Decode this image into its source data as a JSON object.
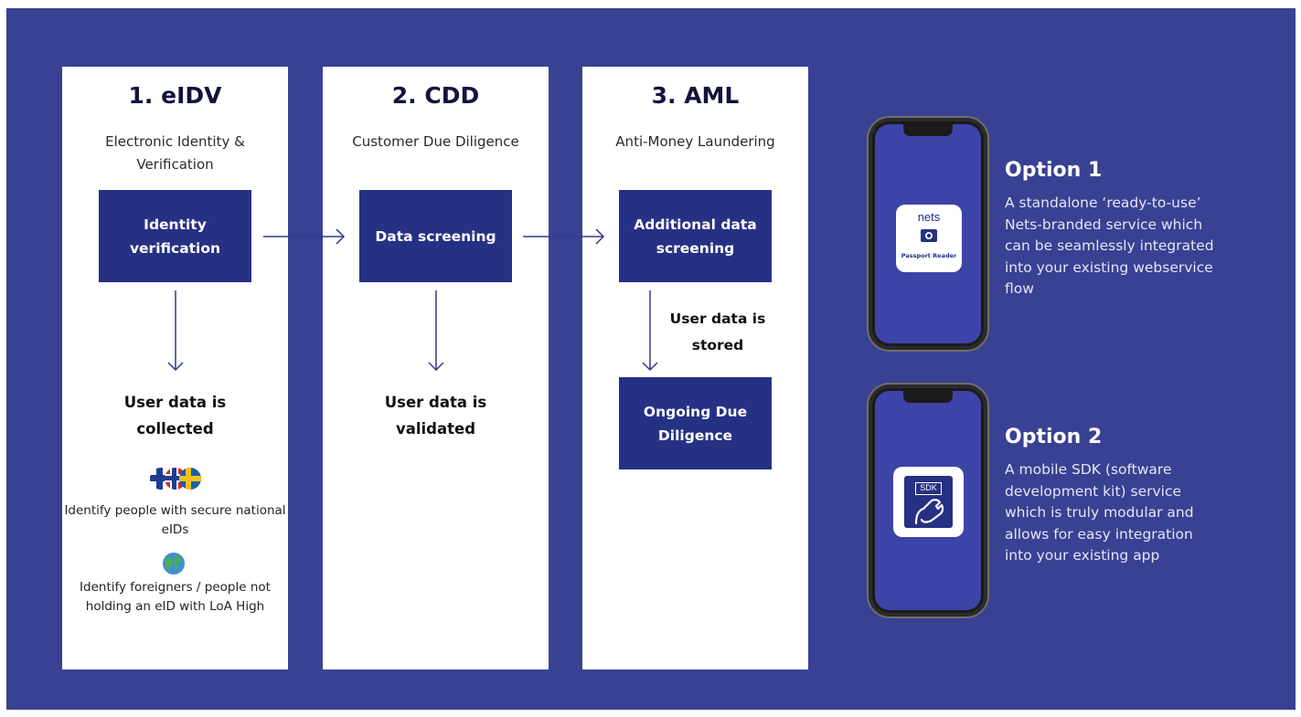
{
  "columns": [
    {
      "title": "1. eIDV",
      "subtitle": "Electronic Identity & Verification",
      "box": "Identity verification",
      "outcome": "User data is collected",
      "notes": [
        "Identify people with secure national eIDs",
        "Identify foreigners / people not holding an eID with LoA High"
      ]
    },
    {
      "title": "2. CDD",
      "subtitle": "Customer Due Diligence",
      "box": "Data screening",
      "outcome": "User data is validated"
    },
    {
      "title": "3. AML",
      "subtitle": "Anti-Money Laundering",
      "box": "Additional data screening",
      "arrow_label": "User data is stored",
      "box2": "Ongoing Due Diligence"
    }
  ],
  "options": [
    {
      "title": "Option 1",
      "description": "A standalone ‘ready-to-use’ Nets-branded service which can be seamlessly integrated into your existing webservice flow",
      "app_brand": "nets",
      "app_label": "Passport Reader",
      "app_icon": "passport-reader-icon"
    },
    {
      "title": "Option 2",
      "description": "A mobile SDK (software development kit) service which is truly modular and allows for easy integration into your existing app",
      "app_label": "SDK",
      "app_icon": "sdk-wrench-icon"
    }
  ],
  "colors": {
    "background": "#394193",
    "box": "#263184",
    "arrow": "#303a8c",
    "card": "#ffffff"
  }
}
